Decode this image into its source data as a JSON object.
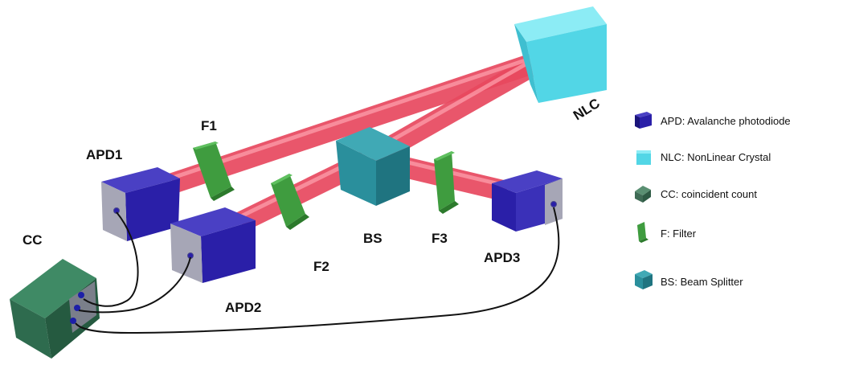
{
  "colors": {
    "beam": "#ff5a72",
    "apd": "#2a1fa8",
    "nlc": "#52d6e6",
    "cc": "#2e6b4e",
    "filter": "#3f9c3f",
    "bs": "#2a8f9c",
    "cable": "#111111"
  },
  "labels": {
    "nlc": "NLC",
    "f1": "F1",
    "f2": "F2",
    "f3": "F3",
    "bs": "BS",
    "apd1": "APD1",
    "apd2": "APD2",
    "apd3": "APD3",
    "cc": "CC"
  },
  "legend": [
    {
      "icon": "apd-icon",
      "text": "APD: Avalanche photodiode"
    },
    {
      "icon": "nlc-icon",
      "text": "NLC: NonLinear Crystal"
    },
    {
      "icon": "cc-icon",
      "text": "CC: coincident count"
    },
    {
      "icon": "filter-icon",
      "text": "F: Filter"
    },
    {
      "icon": "bs-icon",
      "text": "BS: Beam Splitter"
    }
  ]
}
